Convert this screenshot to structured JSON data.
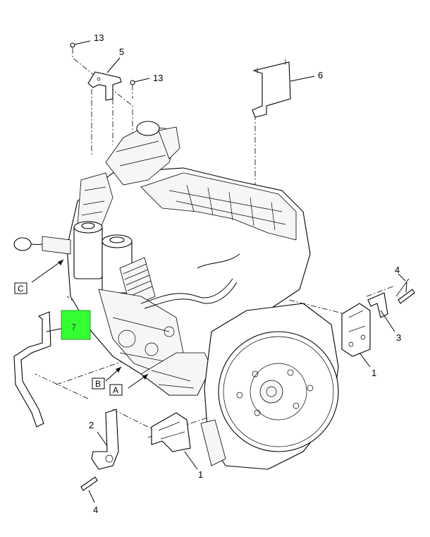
{
  "callouts": [
    {
      "id": "c13a",
      "label": "13"
    },
    {
      "id": "c5",
      "label": "5"
    },
    {
      "id": "c13b",
      "label": "13"
    },
    {
      "id": "c6",
      "label": "6"
    },
    {
      "id": "c4a",
      "label": "4"
    },
    {
      "id": "c3",
      "label": "3"
    },
    {
      "id": "c1a",
      "label": "1"
    },
    {
      "id": "c2",
      "label": "2"
    },
    {
      "id": "c1b",
      "label": "1"
    },
    {
      "id": "c4b",
      "label": "4"
    }
  ],
  "view_labels": {
    "c": "C",
    "b": "B",
    "a": "A"
  },
  "highlight": {
    "label": "7",
    "color": "#33ff33"
  }
}
